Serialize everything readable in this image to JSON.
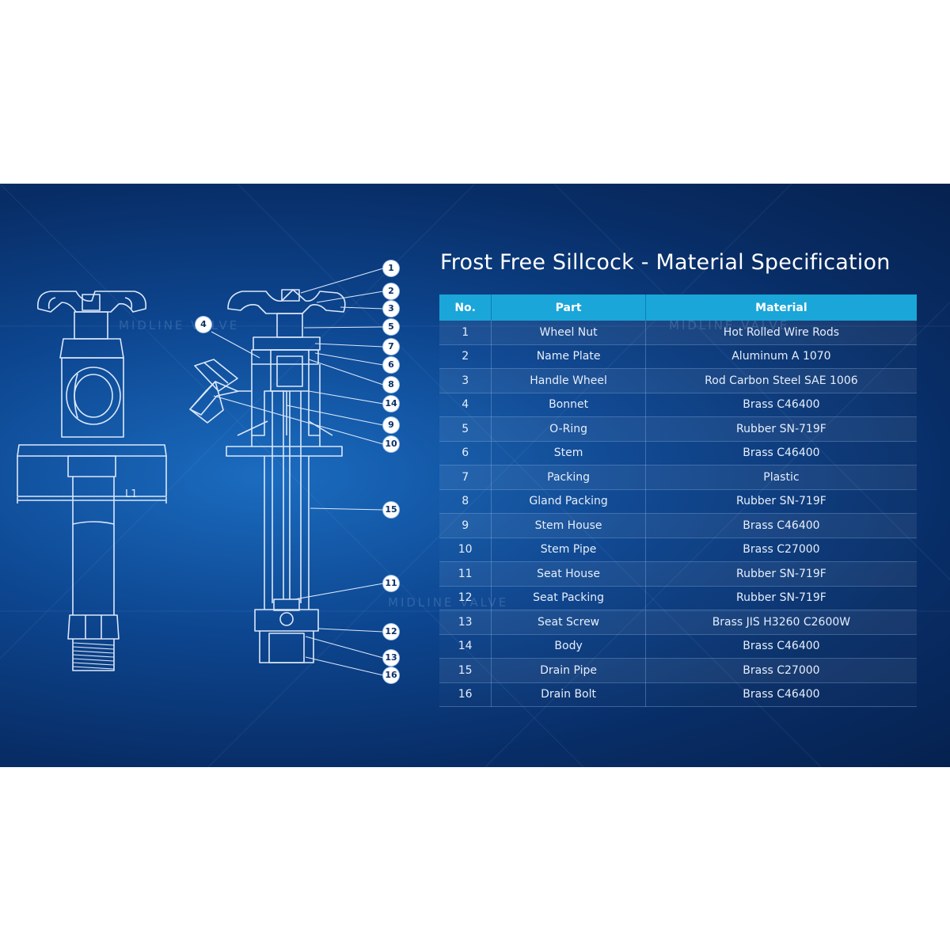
{
  "title": "Frost Free Sillcock - Material Specification",
  "watermark": "MIDLINE VALVE",
  "diagram": {
    "dimension_label": "L1",
    "callouts": [
      "1",
      "2",
      "3",
      "4",
      "5",
      "6",
      "7",
      "8",
      "9",
      "10",
      "11",
      "12",
      "13",
      "14",
      "15",
      "16"
    ]
  },
  "table": {
    "headers": {
      "no": "No.",
      "part": "Part",
      "material": "Material"
    },
    "rows": [
      {
        "no": "1",
        "part": "Wheel Nut",
        "material": "Hot Rolled Wire Rods"
      },
      {
        "no": "2",
        "part": "Name Plate",
        "material": "Aluminum A 1070"
      },
      {
        "no": "3",
        "part": "Handle Wheel",
        "material": "Rod Carbon Steel SAE 1006"
      },
      {
        "no": "4",
        "part": "Bonnet",
        "material": "Brass C46400"
      },
      {
        "no": "5",
        "part": "O-Ring",
        "material": "Rubber SN-719F"
      },
      {
        "no": "6",
        "part": "Stem",
        "material": "Brass C46400"
      },
      {
        "no": "7",
        "part": "Packing",
        "material": "Plastic"
      },
      {
        "no": "8",
        "part": "Gland Packing",
        "material": "Rubber SN-719F"
      },
      {
        "no": "9",
        "part": "Stem House",
        "material": "Brass C46400"
      },
      {
        "no": "10",
        "part": "Stem Pipe",
        "material": "Brass C27000"
      },
      {
        "no": "11",
        "part": "Seat House",
        "material": "Rubber SN-719F"
      },
      {
        "no": "12",
        "part": "Seat Packing",
        "material": "Rubber SN-719F"
      },
      {
        "no": "13",
        "part": "Seat Screw",
        "material": "Brass JIS H3260 C2600W"
      },
      {
        "no": "14",
        "part": "Body",
        "material": "Brass C46400"
      },
      {
        "no": "15",
        "part": "Drain Pipe",
        "material": "Brass C27000"
      },
      {
        "no": "16",
        "part": "Drain Bolt",
        "material": "Brass C46400"
      }
    ]
  },
  "colors": {
    "panel_bg": "#0d4690",
    "header_bg": "#1aa6d8",
    "line": "#dbe8fa"
  }
}
